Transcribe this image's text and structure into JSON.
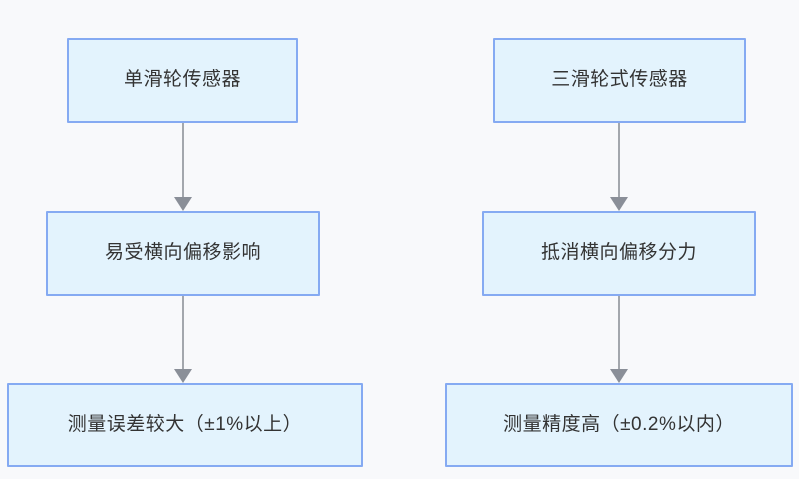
{
  "styles": {
    "canvas_bg": "#f8f9fb",
    "box_fill": "#e3f3fd",
    "box_border": "#85aaf2",
    "text_color": "#333333",
    "arrow_line": "#a3a7ad",
    "arrow_head": "#8a8f98"
  },
  "flowchart": {
    "columns": [
      {
        "id": "single-pulley-sensor",
        "nodes": [
          {
            "label": "单滑轮传感器"
          },
          {
            "label": "易受横向偏移影响"
          },
          {
            "label": "测量误差较大（±1%以上）"
          }
        ]
      },
      {
        "id": "three-pulley-sensor",
        "nodes": [
          {
            "label": "三滑轮式传感器"
          },
          {
            "label": "抵消横向偏移分力"
          },
          {
            "label": "测量精度高（±0.2%以内）"
          }
        ]
      }
    ]
  }
}
